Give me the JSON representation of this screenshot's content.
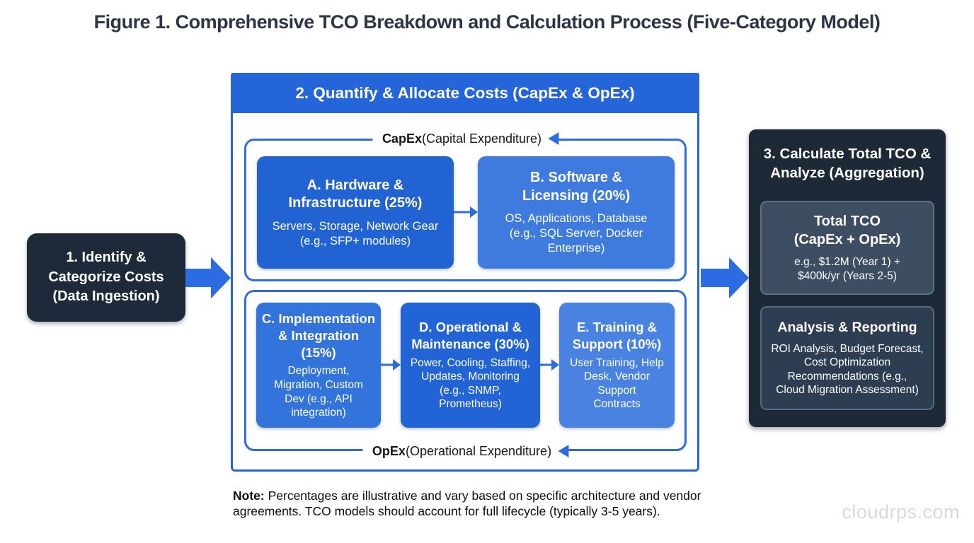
{
  "figure": {
    "title": "Figure 1. Comprehensive TCO Breakdown and Calculation Process (Five-Category Model)",
    "watermark": "cloudrps.com",
    "note": {
      "label": "Note:",
      "text": " Percentages are illustrative and vary based on specific architecture and vendor agreements. TCO models should account for full lifecycle (typically 3-5 years)."
    }
  },
  "step1": {
    "label_lines": [
      "1. Identify &",
      "Categorize Costs",
      "(Data Ingestion)"
    ]
  },
  "step2": {
    "header": "2. Quantify & Allocate Costs (CapEx & OpEx)",
    "capex": {
      "label_bold": "CapEx",
      "label_rest": " (Capital Expenditure)",
      "boxes": [
        {
          "title_lines": [
            "A. Hardware &",
            "Infrastructure (25%)"
          ],
          "body_lines": [
            "Servers, Storage, Network Gear",
            "(e.g., SFP+ modules)"
          ]
        },
        {
          "title_lines": [
            "B. Software &",
            "Licensing (20%)"
          ],
          "body_lines": [
            "OS, Applications, Database",
            "(e.g., SQL Server, Docker",
            "Enterprise)"
          ]
        }
      ]
    },
    "opex": {
      "label_bold": "OpEx",
      "label_rest": " (Operational Expenditure)",
      "boxes": [
        {
          "title_lines": [
            "C. Implementation",
            "& Integration",
            "(15%)"
          ],
          "body_lines": [
            "Deployment,",
            "Migration, Custom",
            "Dev (e.g., API",
            "integration)"
          ]
        },
        {
          "title_lines": [
            "D. Operational &",
            "Maintenance (30%)"
          ],
          "body_lines": [
            "Power, Cooling, Staffing,",
            "Updates, Monitoring",
            "(e.g., SNMP,",
            "Prometheus)"
          ]
        },
        {
          "title_lines": [
            "E. Training &",
            "Support (10%)"
          ],
          "body_lines": [
            "User Training, Help",
            "Desk, Vendor",
            "Support",
            "Contracts"
          ]
        }
      ]
    }
  },
  "step3": {
    "title_lines": [
      "3. Calculate Total TCO &",
      "Analyze (Aggregation)"
    ],
    "total_tco": {
      "title_lines": [
        "Total TCO",
        "(CapEx + OpEx)"
      ],
      "body_lines": [
        "e.g., $1.2M (Year 1) +",
        "$400k/yr (Years 2-5)"
      ]
    },
    "analysis": {
      "title_lines": [
        "Analysis & Reporting"
      ],
      "body_lines": [
        "ROI Analysis, Budget Forecast,",
        "Cost Optimization",
        "Recommendations (e.g.,",
        "Cloud Migration Assessment)"
      ]
    }
  },
  "colors": {
    "title_text": "#2B3547",
    "accent_blue": "#2565DA",
    "group_border_blue": "#2E6CE1",
    "arrow_blue": "#2B6CE2",
    "box_a": "#2263D4",
    "box_b": "#3F7BDF",
    "box_c": "#3273DC",
    "box_d": "#2264D6",
    "box_e": "#4A82E2",
    "step1_bg": "#1E2A3A",
    "step3_bg": "#1D2937",
    "total_tco_bg": "#3D4E62",
    "analysis_bg": "#2D3D52",
    "subbox_border": "#5F7183",
    "watermark": "#D9D9D9"
  }
}
